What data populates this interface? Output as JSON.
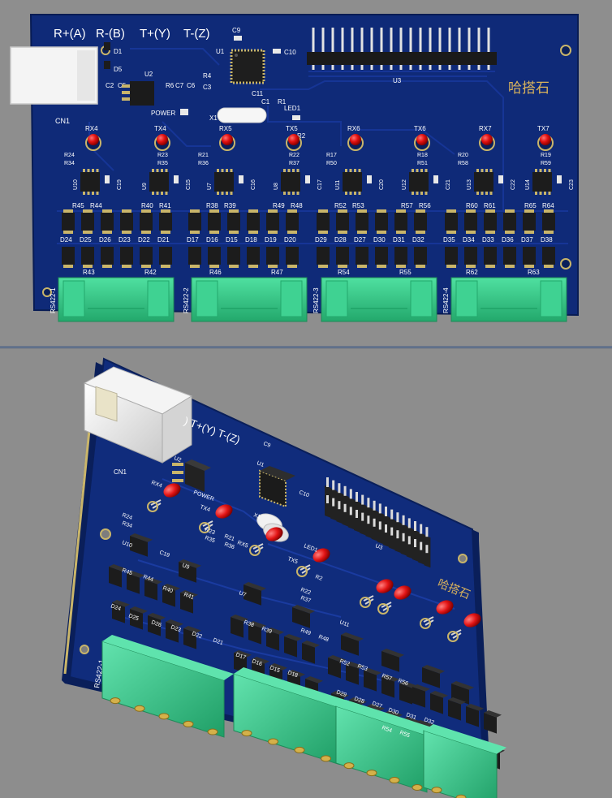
{
  "colors": {
    "pcb": "#0f2a78",
    "pcb_edge": "#0a1f5a",
    "pad_gold": "#c9b56a",
    "terminal_green": "#35c98a",
    "led_red": "#e01010",
    "silk": "#ffffff",
    "logo_gold": "#d8b25c"
  },
  "top_view": {
    "bus_labels": [
      "R+(A)",
      "R-(B)",
      "T+(Y)",
      "T-(Z)"
    ],
    "logo": "哈搭石",
    "usb_label": "CN1",
    "chip_label": "U1",
    "header_label": "U3",
    "regulator_label": "U2",
    "crystal_label": "X1",
    "power_label": "POWER",
    "led_labels": [
      "RX4",
      "TX4",
      "RX5",
      "TX5",
      "RX6",
      "TX6",
      "RX7",
      "TX7"
    ],
    "ic_labels": [
      "U10",
      "U9",
      "U7",
      "U8",
      "U11",
      "U12",
      "U13",
      "U14"
    ],
    "port_labels": [
      "RS422-1",
      "RS422-2",
      "RS422-3",
      "RS422-4"
    ],
    "small_labels": {
      "c9": "C9",
      "c10": "C10",
      "r4": "R4",
      "r1": "R1",
      "r2": "R2",
      "c1": "C1",
      "c11": "C11",
      "led1": "LED1",
      "d1": "D1",
      "d5": "D5",
      "c2": "C2",
      "c5": "C5",
      "c7": "C7",
      "c6": "C6",
      "r6": "R6",
      "c3": "C3"
    },
    "resistor_rows": [
      [
        "R24",
        "R34"
      ],
      [
        "R23",
        "R35"
      ],
      [
        "R21",
        "R36"
      ],
      [
        "R22",
        "R37"
      ],
      [
        "R17",
        "R50"
      ],
      [
        "R18",
        "R51"
      ],
      [
        "R20",
        "R58"
      ],
      [
        "R19",
        "R59"
      ]
    ],
    "cap_labels": [
      "C19",
      "C15",
      "C16",
      "C17",
      "C20",
      "C21",
      "C22",
      "C23"
    ],
    "r_pairs": [
      [
        "R45",
        "R44"
      ],
      [
        "R40",
        "R41"
      ],
      [
        "R38",
        "R39"
      ],
      [
        "R49",
        "R48"
      ],
      [
        "R52",
        "R53"
      ],
      [
        "R57",
        "R56"
      ],
      [
        "R60",
        "R61"
      ],
      [
        "R65",
        "R64"
      ]
    ],
    "diode_rows": [
      [
        "D24",
        "D25",
        "D26",
        "D23",
        "D22",
        "D21"
      ],
      [
        "D17",
        "D16",
        "D15",
        "D18",
        "D19",
        "D20"
      ],
      [
        "D29",
        "D28",
        "D27",
        "D30",
        "D31",
        "D32"
      ],
      [
        "D35",
        "D34",
        "D33",
        "D36",
        "D37",
        "D38"
      ]
    ],
    "bottom_rs": [
      "R43",
      "R42",
      "R46",
      "R47",
      "R54",
      "R55",
      "R62",
      "R63"
    ]
  },
  "iso_view": {
    "bus_labels_partial": ") T+(Y) T-(Z)",
    "logo": "哈搭石",
    "usb_label": "CN1",
    "power_label": "POWER",
    "port_label": "RS422-1",
    "labels": [
      "U2",
      "U1",
      "C9",
      "C10",
      "U3",
      "X1",
      "RX5",
      "TX5",
      "LED1",
      "R2",
      "R24",
      "R34",
      "U10",
      "C19",
      "R45",
      "R44",
      "D24",
      "D25",
      "D26",
      "D23",
      "D22",
      "D21",
      "R40",
      "R41",
      "U9",
      "R23",
      "R35",
      "R21",
      "R36",
      "U7",
      "R38",
      "R39",
      "D17",
      "D16",
      "D15",
      "D18",
      "R49",
      "R48",
      "R22",
      "R37",
      "U11",
      "R52",
      "R53",
      "D29",
      "D28",
      "D27",
      "D30",
      "D31",
      "D32",
      "R57",
      "R56",
      "R54",
      "R55",
      "TX4",
      "RX4"
    ]
  }
}
